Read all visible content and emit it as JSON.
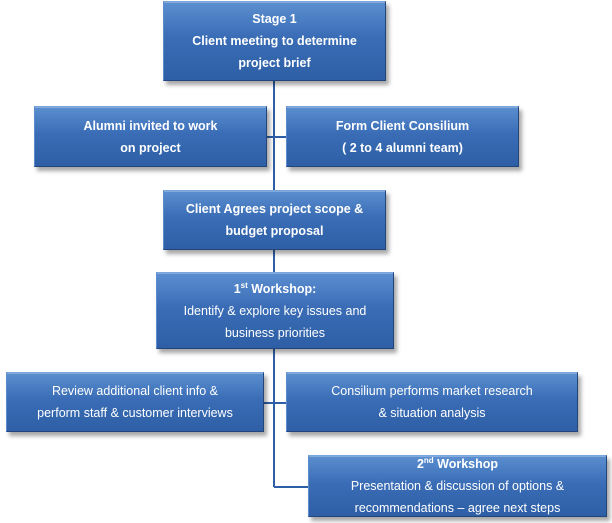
{
  "diagram": {
    "boxes": {
      "stage1": {
        "lines": [
          "Stage 1",
          "Client meeting to determine",
          "project brief"
        ]
      },
      "alumni": {
        "lines": [
          "Alumni invited to work",
          "on project"
        ]
      },
      "consilium": {
        "lines": [
          "Form Client  Consilium",
          "( 2 to 4 alumni team)"
        ]
      },
      "agrees": {
        "lines": [
          "Client Agrees project scope &",
          "budget proposal"
        ]
      },
      "ws1": {
        "ordinal": "1",
        "suffix": "st",
        "title": " Workshop:",
        "lines": [
          "Identify & explore key  issues and",
          "business priorities"
        ]
      },
      "review": {
        "lines": [
          "Review additional client info &",
          "perform staff & customer interviews"
        ]
      },
      "research": {
        "lines": [
          "Consilium performs market research",
          "& situation analysis"
        ]
      },
      "ws2": {
        "ordinal": "2",
        "suffix": "nd",
        "title": " Workshop",
        "lines": [
          "Presentation & discussion of options  &",
          "recommendations – agree next steps"
        ]
      }
    },
    "colors": {
      "box_fill": "#3a6db6",
      "box_border": "#22467c",
      "text": "#ffffff",
      "connector": "#2e5fa6"
    }
  }
}
